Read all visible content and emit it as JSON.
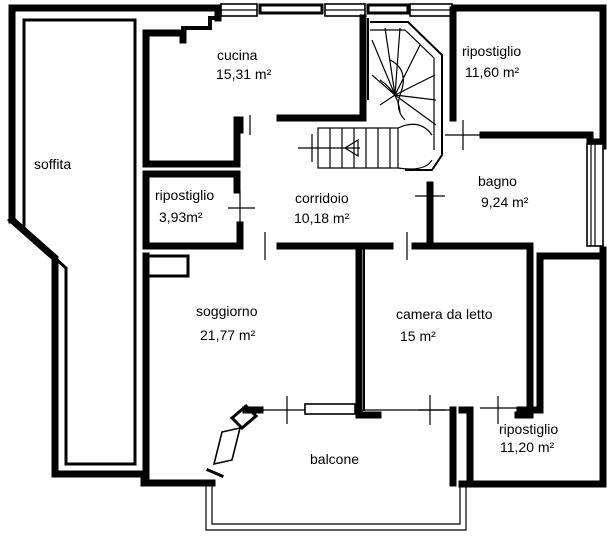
{
  "rooms": {
    "soffitta": {
      "name": "soffita"
    },
    "cucina": {
      "name": "cucina",
      "area": "15,31 m²"
    },
    "ripostiglio_ne": {
      "name": "ripostiglio",
      "area": "11,60 m²"
    },
    "ripostiglio_w": {
      "name": "ripostiglio",
      "area": "3,93m²"
    },
    "corridoio": {
      "name": "corridoio",
      "area": "10,18 m²"
    },
    "bagno": {
      "name": "bagno",
      "area": "9,24 m²"
    },
    "soggiorno": {
      "name": "soggiorno",
      "area": "21,77 m²"
    },
    "camera": {
      "name": "camera da letto",
      "area": "15 m²"
    },
    "ripostiglio_se": {
      "name": "ripostiglio",
      "area": "11,20 m²"
    },
    "balcone": {
      "name": "balcone"
    }
  }
}
